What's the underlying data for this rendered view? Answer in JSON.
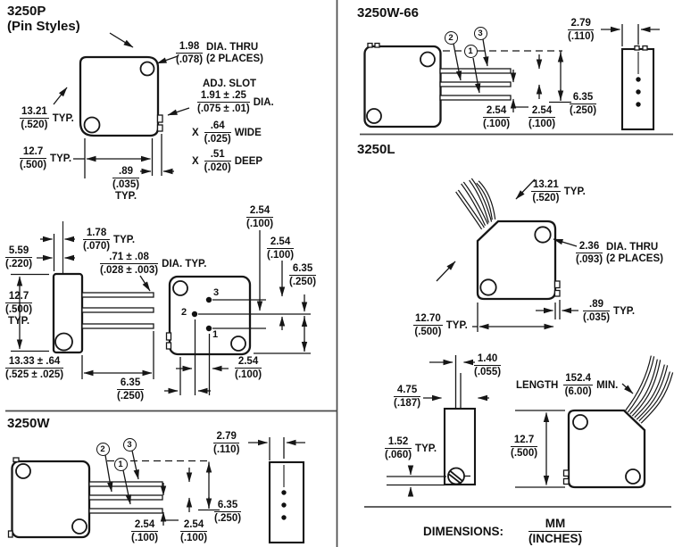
{
  "titles": {
    "p_line1": "3250P",
    "p_line2": "(Pin Styles)",
    "w66": "3250W-66",
    "l": "3250L",
    "w": "3250W"
  },
  "p": {
    "dia": {
      "mm": "1.98",
      "in": "(.078)",
      "s1": "DIA. THRU",
      "s2": "(2 PLACES)"
    },
    "adj_header": "ADJ. SLOT",
    "slot_dia": {
      "mm": "1.91 ± .25",
      "in": "(.075 ± .01)",
      "sfx": "DIA."
    },
    "slot_wide": {
      "pfx": "X",
      "mm": ".64",
      "in": "(.025)",
      "sfx": "WIDE"
    },
    "slot_deep": {
      "pfx": "X",
      "mm": ".51",
      "in": "(.020)",
      "sfx": "DEEP"
    },
    "d1321": {
      "mm": "13.21",
      "in": "(.520)",
      "sfx": "TYP."
    },
    "d127": {
      "mm": "12.7",
      "in": "(.500)",
      "sfx": "TYP."
    },
    "d089": {
      "mm": ".89",
      "in": "(.035)",
      "sfx": "TYP."
    }
  },
  "side": {
    "d178": {
      "mm": "1.78",
      "in": "(.070)",
      "sfx": "TYP."
    },
    "d559": {
      "mm": "5.59",
      "in": "(.220)"
    },
    "d071": {
      "mm": ".71 ± .08",
      "in": "(.028 ± .003)",
      "sfx": "DIA. TYP."
    },
    "d127": {
      "mm": "12.7",
      "in": "(.500)",
      "sfx": "TYP."
    },
    "d1333": {
      "mm": "13.33 ± .64",
      "in": "(.525 ± .025)"
    },
    "d635": {
      "mm": "6.35",
      "in": "(.250)"
    }
  },
  "back": {
    "d254a": {
      "mm": "2.54",
      "in": "(.100)"
    },
    "d254b": {
      "mm": "2.54",
      "in": "(.100)"
    },
    "d635": {
      "mm": "6.35",
      "in": "(.250)"
    },
    "d254c": {
      "mm": "2.54",
      "in": "(.100)"
    },
    "pin1": "1",
    "pin2": "2",
    "pin3": "3"
  },
  "w66": {
    "d279": {
      "mm": "2.79",
      "in": "(.110)"
    },
    "d635": {
      "mm": "6.35",
      "in": "(.250)"
    },
    "d254a": {
      "mm": "2.54",
      "in": "(.100)"
    },
    "d254b": {
      "mm": "2.54",
      "in": "(.100)"
    },
    "pin1": "1",
    "pin2": "2",
    "pin3": "3"
  },
  "w": {
    "d279": {
      "mm": "2.79",
      "in": "(.110)"
    },
    "d635": {
      "mm": "6.35",
      "in": "(.250)"
    },
    "d254a": {
      "mm": "2.54",
      "in": "(.100)"
    },
    "d254b": {
      "mm": "2.54",
      "in": "(.100)"
    },
    "pin1": "1",
    "pin2": "2",
    "pin3": "3"
  },
  "l": {
    "d1321": {
      "mm": "13.21",
      "in": "(.520)",
      "sfx": "TYP."
    },
    "dia": {
      "mm": "2.36",
      "in": "(.093)",
      "s1": "DIA. THRU",
      "s2": "(2 PLACES)"
    },
    "d1270": {
      "mm": "12.70",
      "in": "(.500)",
      "sfx": "TYP."
    },
    "d089": {
      "mm": ".89",
      "in": "(.035)",
      "sfx": "TYP."
    },
    "d140": {
      "mm": "1.40",
      "in": "(.055)"
    },
    "d475": {
      "mm": "4.75",
      "in": "(.187)"
    },
    "d152": {
      "mm": "1.52",
      "in": "(.060)",
      "sfx": "TYP."
    },
    "length": {
      "lbl": "LENGTH",
      "mm": "152.4",
      "in": "(6.00)",
      "sfx": "MIN."
    },
    "d127": {
      "mm": "12.7",
      "in": "(.500)"
    }
  },
  "footer": {
    "label": "DIMENSIONS:",
    "mm": "MM",
    "in": "(INCHES)"
  }
}
